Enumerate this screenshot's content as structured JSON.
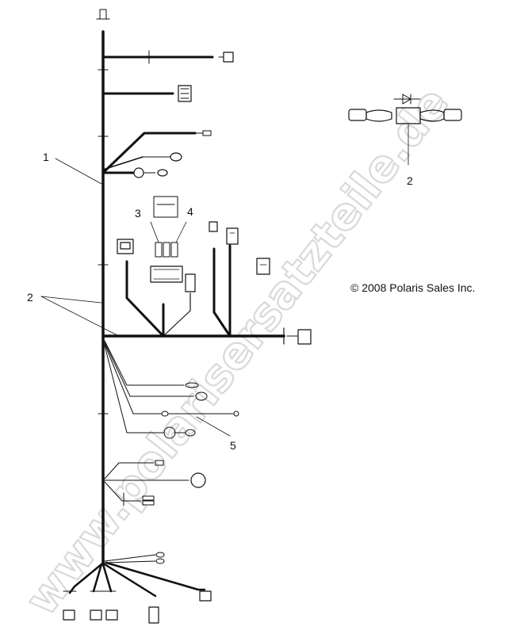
{
  "watermark": "www.polarisersatzteile.de",
  "copyright": "© 2008 Polaris Sales Inc.",
  "callouts": {
    "c1": "1",
    "c2_left": "2",
    "c2_right": "2",
    "c3": "3",
    "c4": "4",
    "c5": "5"
  },
  "colors": {
    "line": "#111111",
    "watermark": "#d9d9d9"
  }
}
